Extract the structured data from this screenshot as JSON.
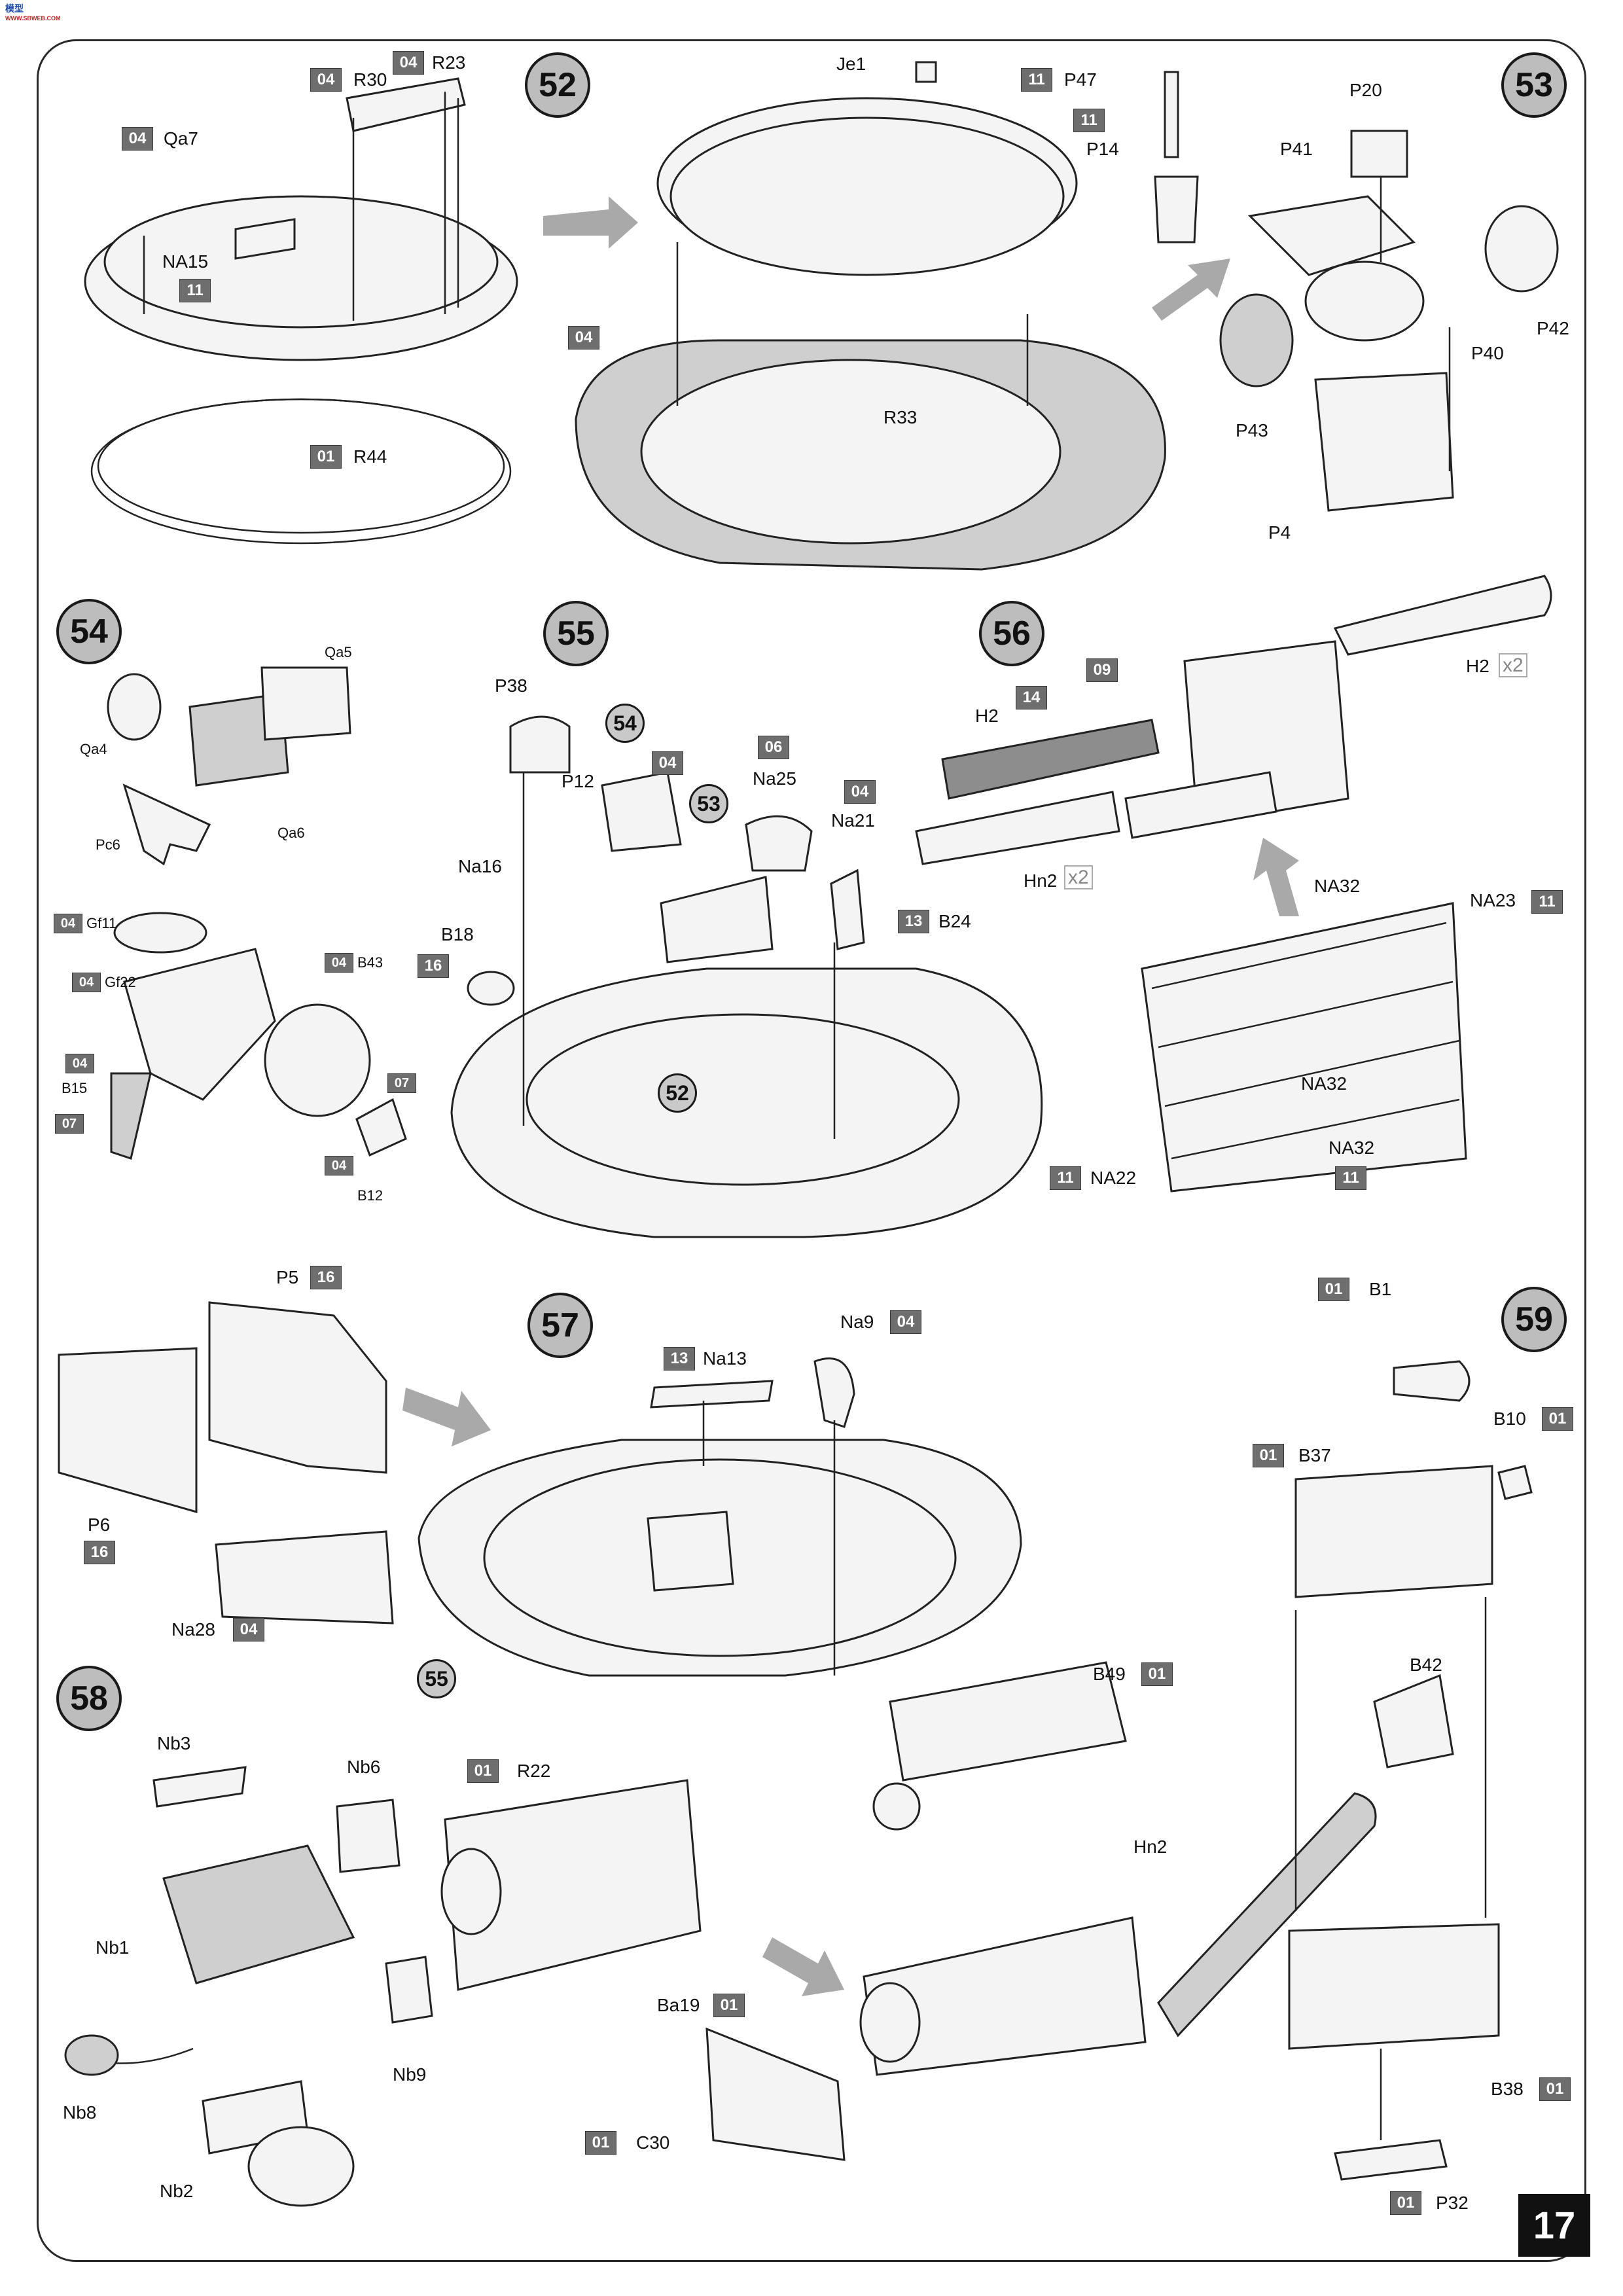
{
  "page": {
    "number": "17"
  },
  "logo": {
    "text": "模型",
    "sub": "WWW.SBWEB.COM",
    "icon": "site-logo-icon"
  },
  "steps": [
    {
      "id": "s52",
      "label": "52"
    },
    {
      "id": "s53",
      "label": "53"
    },
    {
      "id": "s54",
      "label": "54"
    },
    {
      "id": "s55",
      "label": "55"
    },
    {
      "id": "s56",
      "label": "56"
    },
    {
      "id": "s57",
      "label": "57"
    },
    {
      "id": "s58",
      "label": "58"
    },
    {
      "id": "s59",
      "label": "59"
    }
  ],
  "refs": {
    "r54": "54",
    "r53": "53",
    "r52": "52",
    "r55": "55"
  },
  "labels": {
    "Qa7": "Qa7",
    "R30": "R30",
    "R23": "R23",
    "NA15": "NA15",
    "R44": "R44",
    "Je1": "Je1",
    "R33": "R33",
    "P47": "P47",
    "P14": "P14",
    "P20": "P20",
    "P41": "P41",
    "P42": "P42",
    "P40": "P40",
    "P43": "P43",
    "P4": "P4",
    "Qa5": "Qa5",
    "Qa4": "Qa4",
    "Qa6": "Qa6",
    "Pc6": "Pc6",
    "Gf11": "Gf11",
    "Gf22": "Gf22",
    "B43": "B43",
    "B15": "B15",
    "B12": "B12",
    "P38": "P38",
    "P12": "P12",
    "Na25": "Na25",
    "Na21": "Na21",
    "Na16": "Na16",
    "B18": "B18",
    "B24": "B24",
    "H2a": "H2",
    "H2b": "H2",
    "Hn2": "Hn2",
    "NA32a": "NA32",
    "NA32b": "NA32",
    "NA32c": "NA32",
    "NA23": "NA23",
    "NA22": "NA22",
    "P5": "P5",
    "P6": "P6",
    "Na28": "Na28",
    "Na13": "Na13",
    "Na9": "Na9",
    "B1": "B1",
    "B10": "B10",
    "B37": "B37",
    "Nb3": "Nb3",
    "Nb6": "Nb6",
    "Nb1": "Nb1",
    "Nb9": "Nb9",
    "Nb8": "Nb8",
    "Nb2": "Nb2",
    "R22": "R22",
    "Ba19": "Ba19",
    "C30": "C30",
    "B49": "B49",
    "B42": "B42",
    "Hn2b": "Hn2",
    "B38": "B38",
    "P32": "P32"
  },
  "paint": {
    "c04": "04",
    "c11": "11",
    "c01": "01",
    "c06": "06",
    "c13": "13",
    "c14": "14",
    "c09": "09",
    "c16": "16",
    "c07": "07"
  },
  "qty": {
    "x2": "x2"
  }
}
